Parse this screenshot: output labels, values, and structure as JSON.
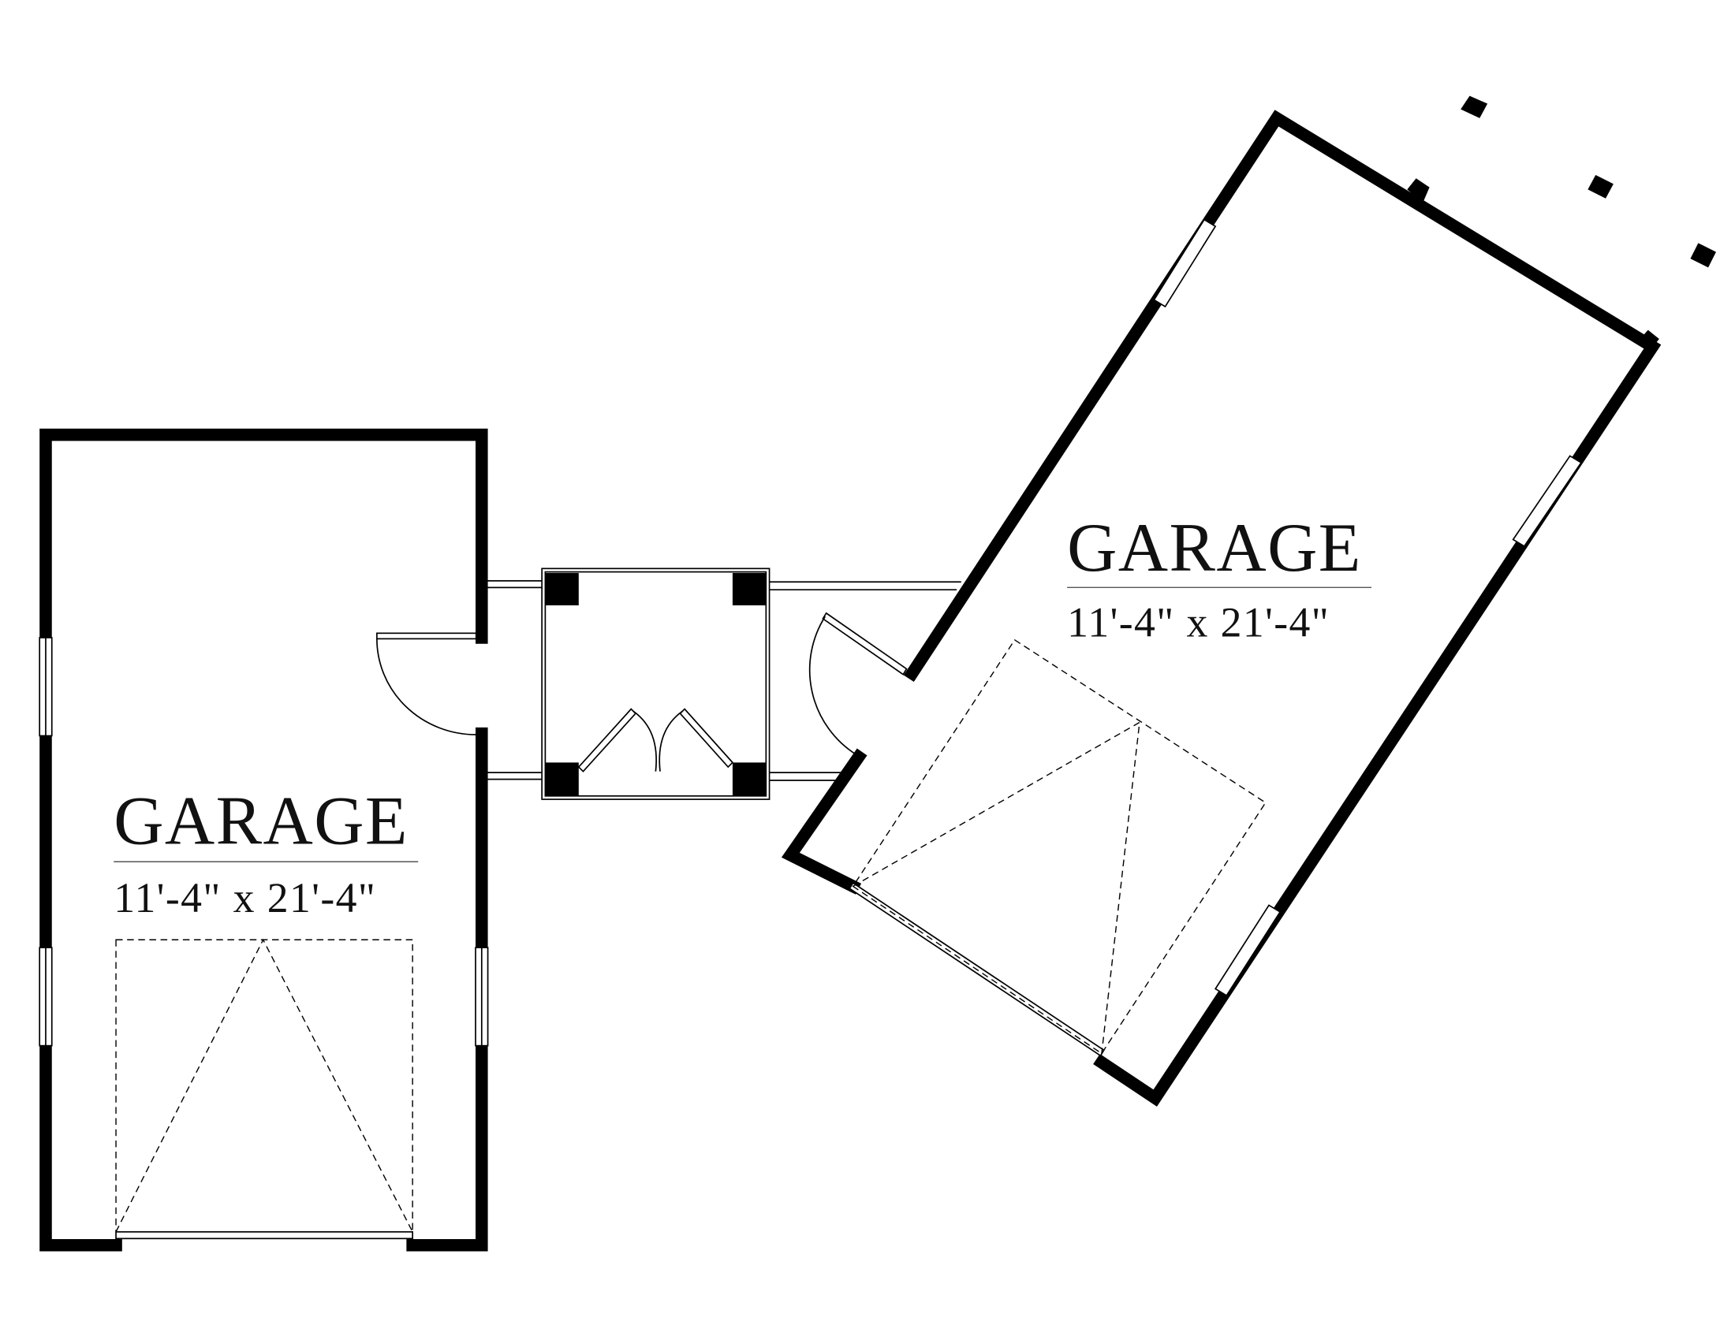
{
  "plan": {
    "rooms": [
      {
        "name": "GARAGE",
        "dimensions": "11'-4\" x 21'-4\""
      },
      {
        "name": "GARAGE",
        "dimensions": "11'-4\" x 21'-4\""
      }
    ]
  },
  "colors": {
    "line": "#000000",
    "background": "#ffffff"
  }
}
